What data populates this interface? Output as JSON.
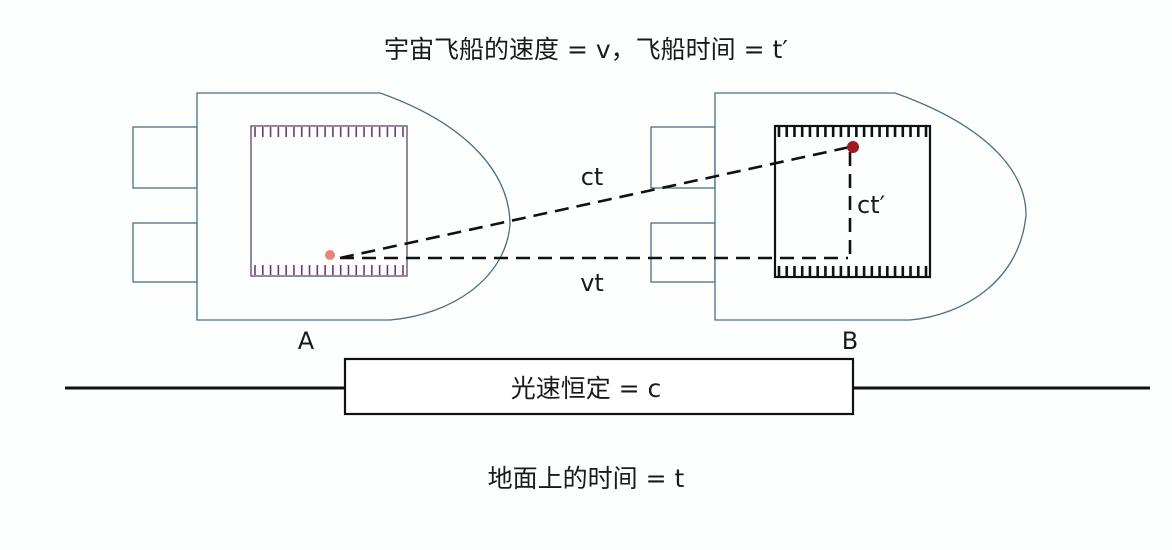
{
  "title": "宇宙飞船的速度 = v，飞船时间 = t′",
  "labels": {
    "ct": "ct",
    "vt": "vt",
    "ct_prime": "ct′",
    "ship_a": "A",
    "ship_b": "B"
  },
  "light_box": "光速恒定 = c",
  "ground_caption": "地面上的时间 = t",
  "colors": {
    "ship_outline": "#4a6f86",
    "clock_a": "#6a3a7a",
    "dot_a": "#e8857a",
    "dot_b": "#a01820"
  }
}
